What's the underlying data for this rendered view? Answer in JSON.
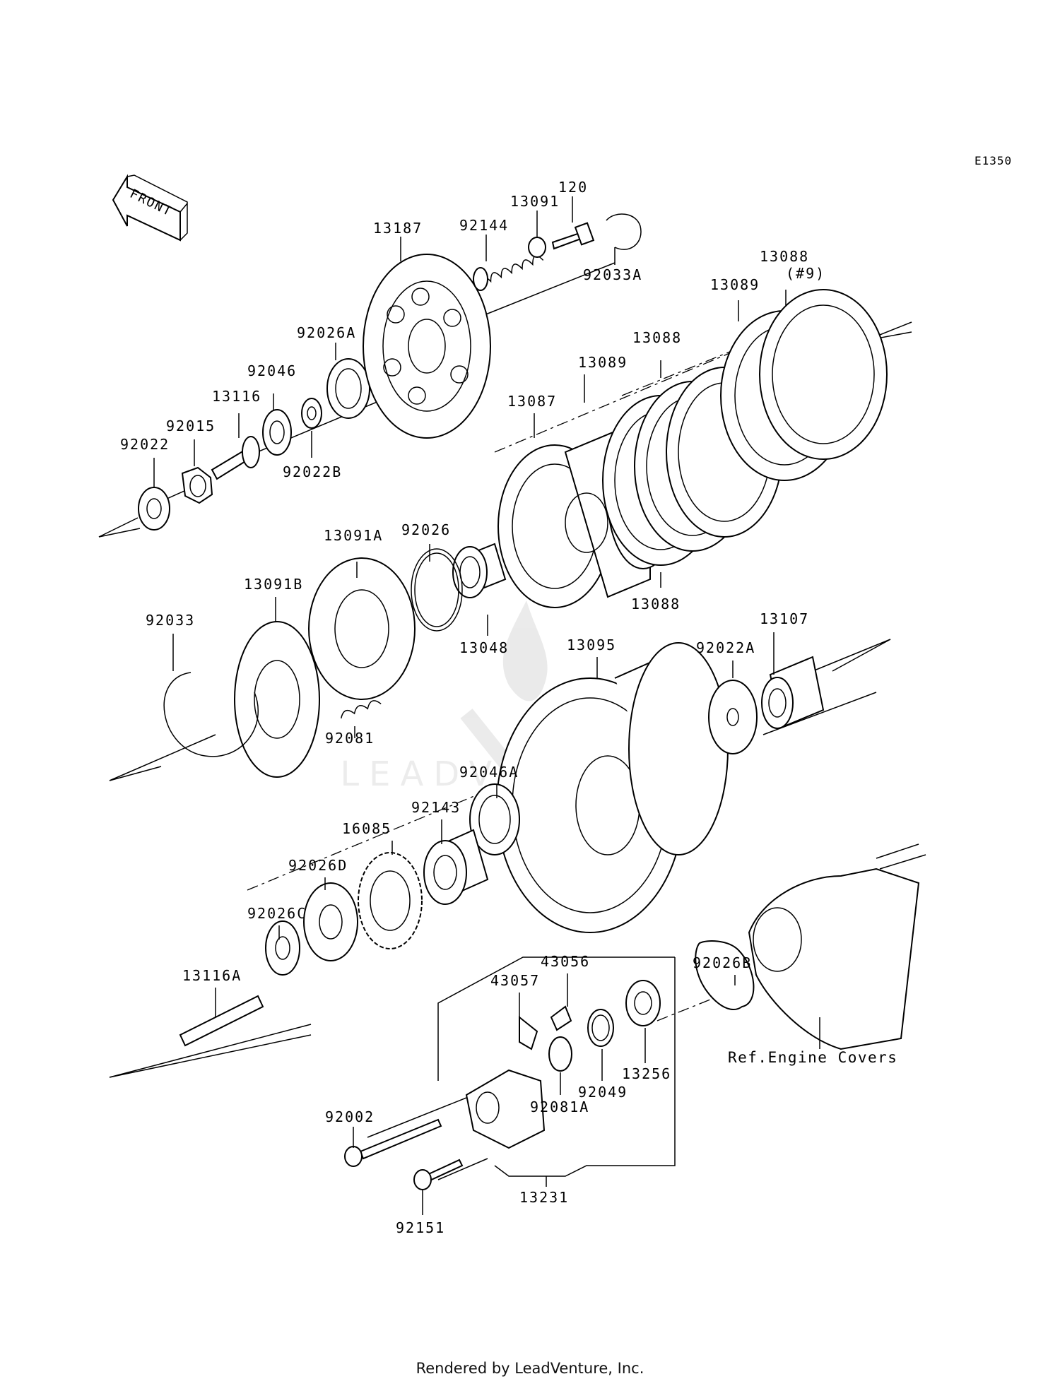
{
  "diagram_code": "E1350",
  "front_label": "FRONT",
  "ref_label": "Ref.Engine Covers",
  "footer": "Rendered by LeadVenture, Inc.",
  "watermark": "LEADVENTURE",
  "parts": {
    "p120": "120",
    "p13091": "13091",
    "p92144": "92144",
    "p13187": "13187",
    "p92033A": "92033A",
    "p13088_9": "13088",
    "p13088_9_qty": "(#9)",
    "p13089_a": "13089",
    "p92026A": "92026A",
    "p13088_b": "13088",
    "p92046": "92046",
    "p13089_b": "13089",
    "p13116": "13116",
    "p13087": "13087",
    "p92015": "92015",
    "p92022": "92022",
    "p92022B": "92022B",
    "p92026": "92026",
    "p13091A": "13091A",
    "p13091B": "13091B",
    "p13088_c": "13088",
    "p13048": "13048",
    "p92033": "92033",
    "p13095": "13095",
    "p92022A": "92022A",
    "p13107": "13107",
    "p92081": "92081",
    "p92046A": "92046A",
    "p92143": "92143",
    "p16085": "16085",
    "p92026D": "92026D",
    "p92026B": "92026B",
    "p92026C": "92026C",
    "p43056": "43056",
    "p43057": "43057",
    "p13116A": "13116A",
    "p13256": "13256",
    "p92049": "92049",
    "p92081A": "92081A",
    "p92002": "92002",
    "p13231": "13231",
    "p92151": "92151"
  }
}
